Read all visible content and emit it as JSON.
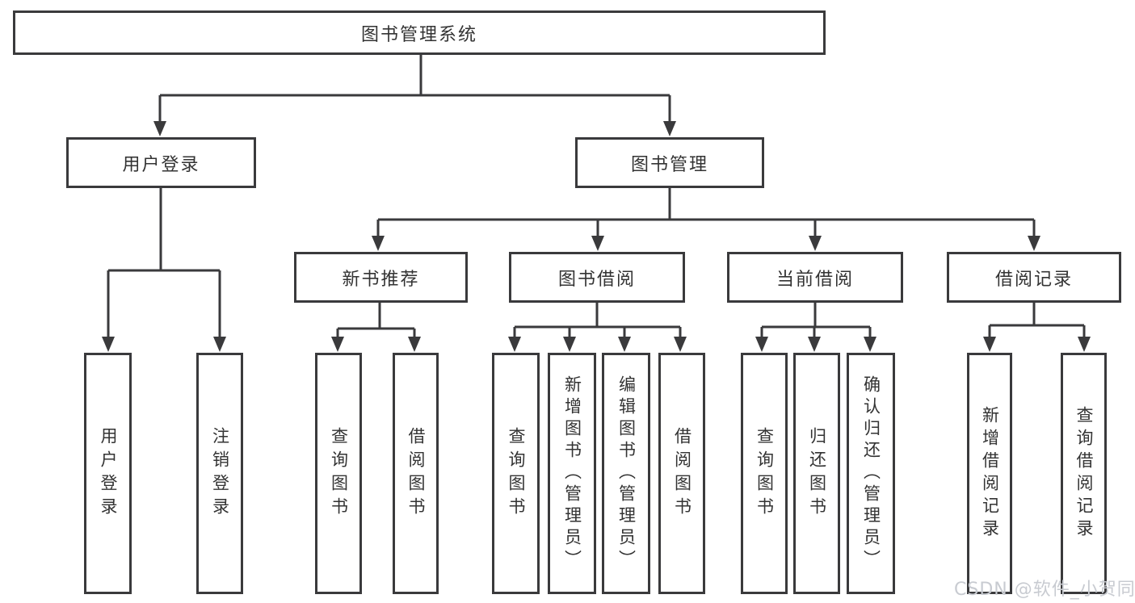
{
  "tree": {
    "label": "图书管理系统",
    "children": [
      {
        "label": "用户登录",
        "children": [
          {
            "label": "用户登录"
          },
          {
            "label": "注销登录"
          }
        ]
      },
      {
        "label": "图书管理",
        "children": [
          {
            "label": "新书推荐",
            "children": [
              {
                "label": "查询图书"
              },
              {
                "label": "借阅图书"
              }
            ]
          },
          {
            "label": "图书借阅",
            "children": [
              {
                "label": "查询图书"
              },
              {
                "label": "新增图书（管理员）"
              },
              {
                "label": "编辑图书（管理员）"
              },
              {
                "label": "借阅图书"
              }
            ]
          },
          {
            "label": "当前借阅",
            "children": [
              {
                "label": "查询图书"
              },
              {
                "label": "归还图书"
              },
              {
                "label": "确认归还（管理员）"
              }
            ]
          },
          {
            "label": "借阅记录",
            "children": [
              {
                "label": "新增借阅记录"
              },
              {
                "label": "查询借阅记录"
              }
            ]
          }
        ]
      }
    ]
  },
  "watermark": {
    "text": "CSDN @软件_小贺同学",
    "color": "#c8cbd1"
  },
  "colors": {
    "line": "#3a3a3c",
    "text": "#333333",
    "background": "#ffffff"
  }
}
